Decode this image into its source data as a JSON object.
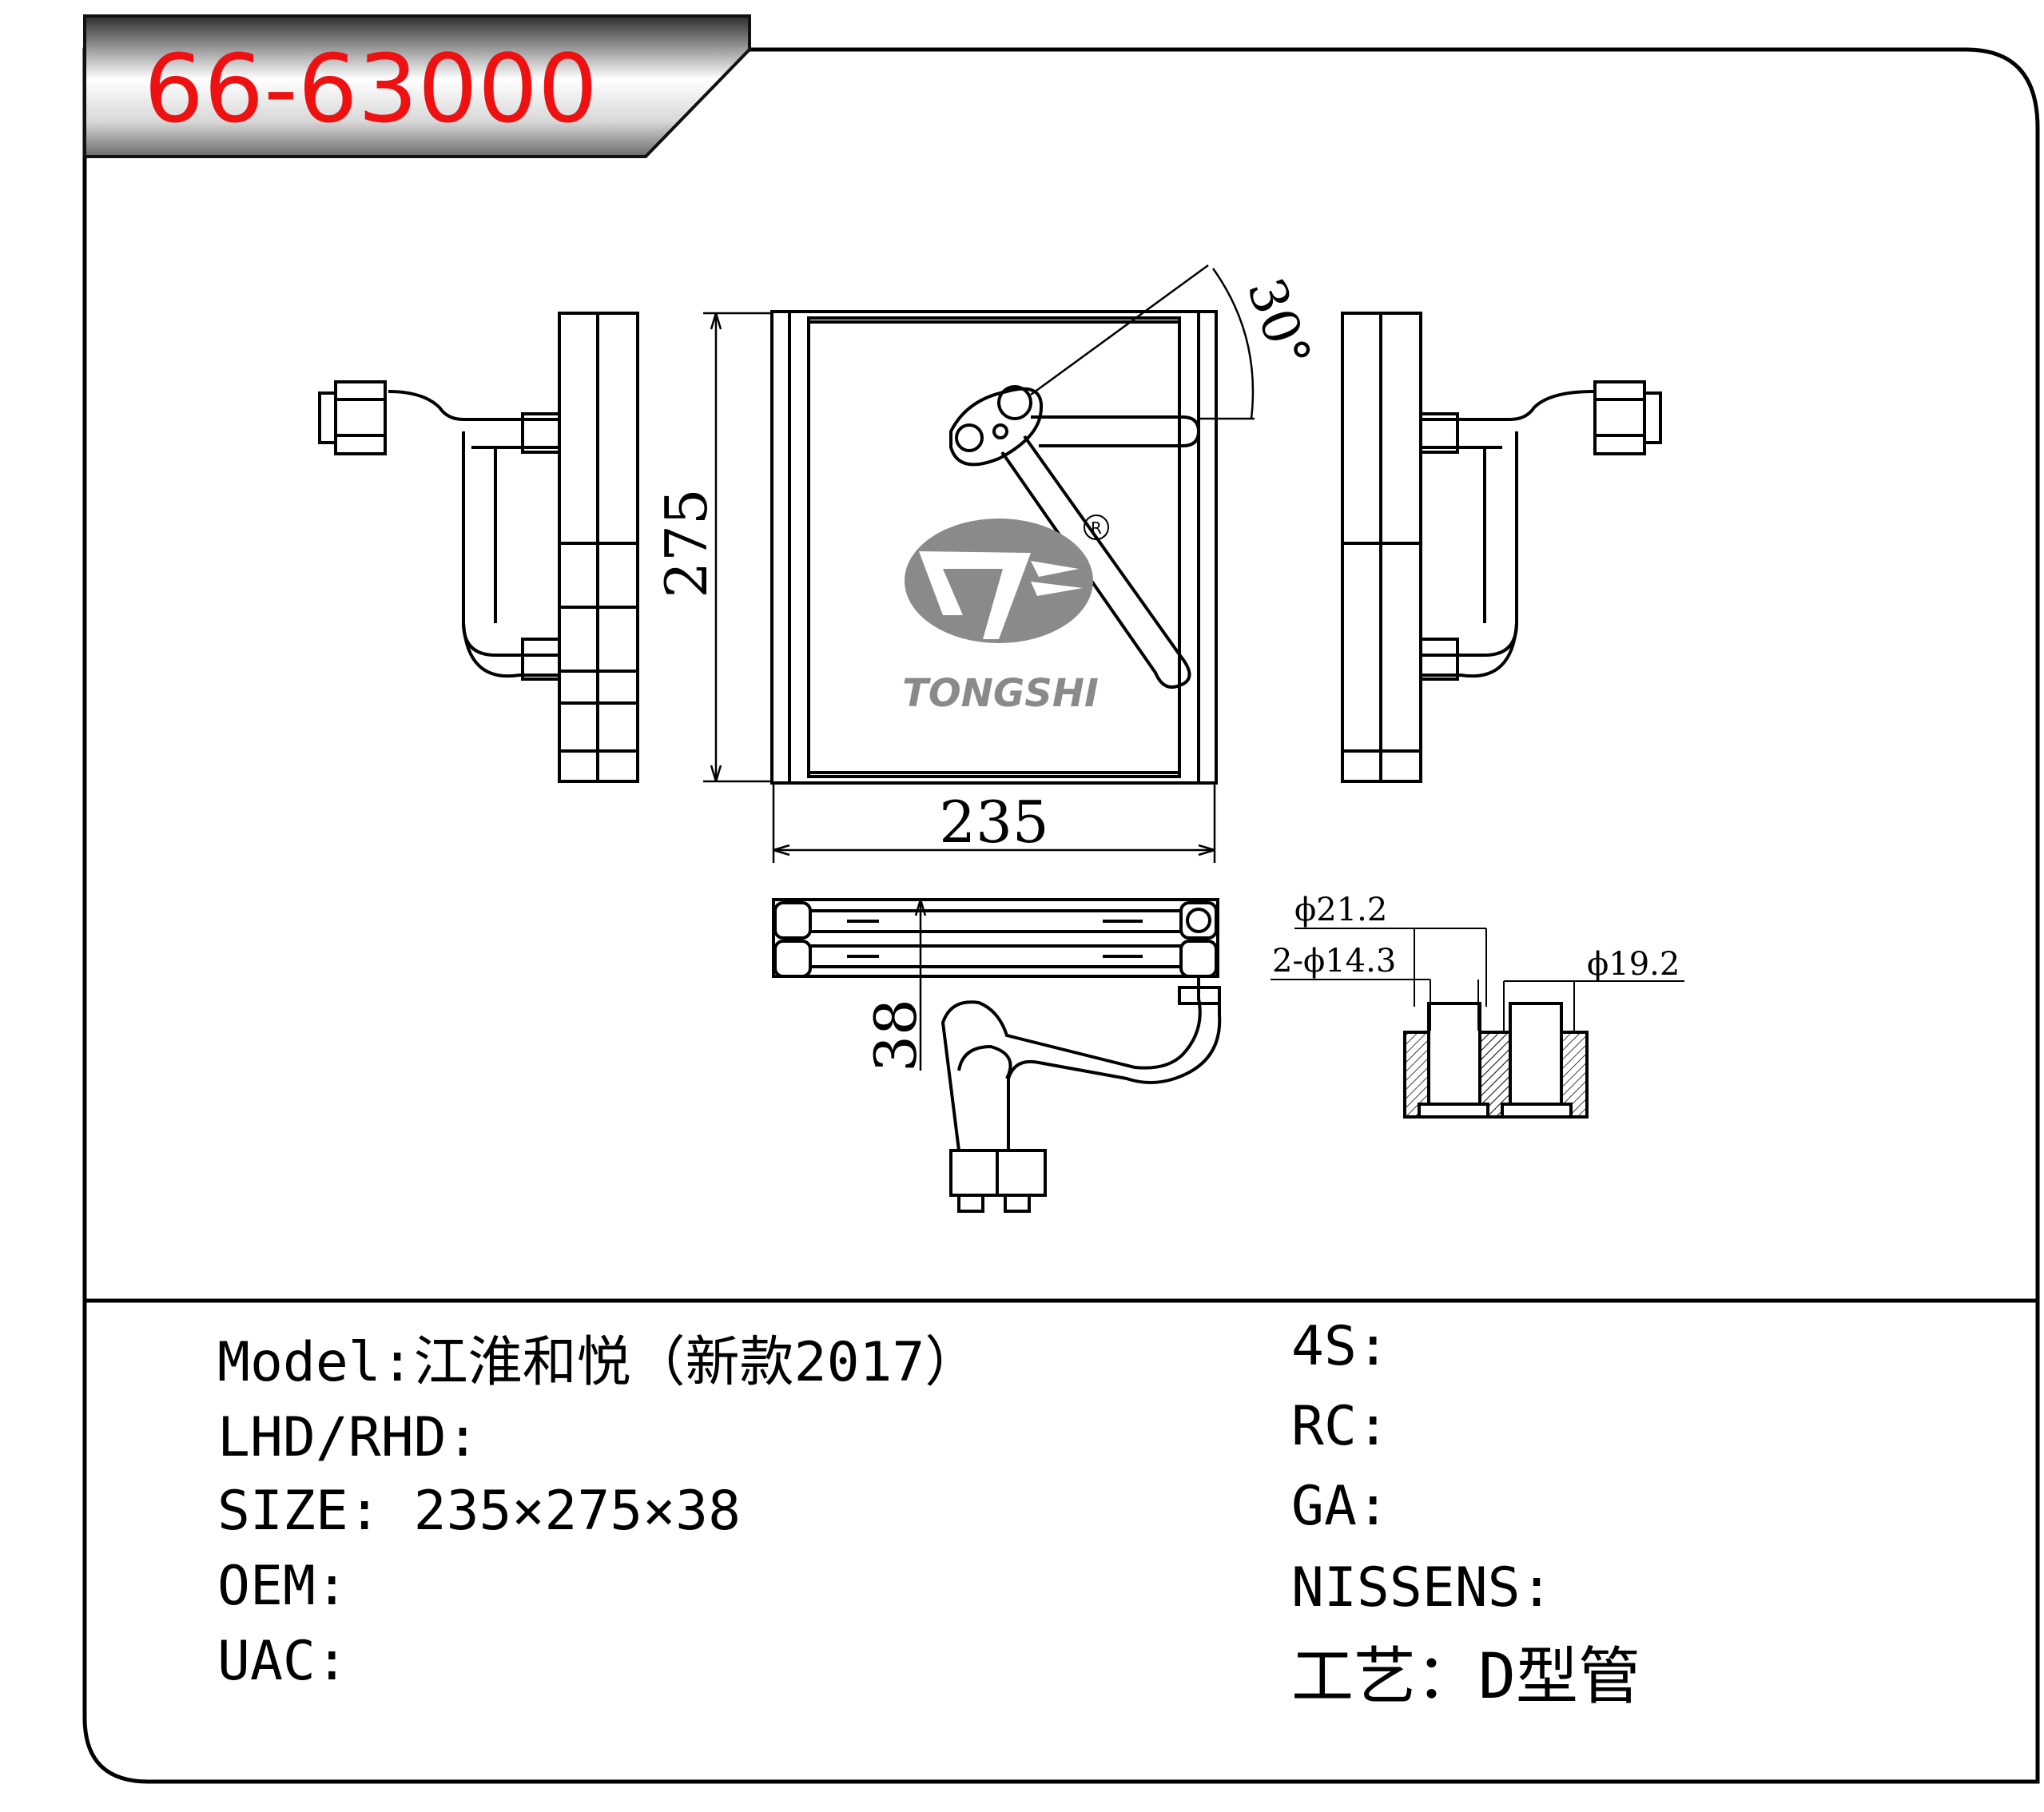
{
  "header": {
    "part_number": "66-63000"
  },
  "drawing": {
    "logo_text": "TONGSHI",
    "registered_mark": "R",
    "dimensions": {
      "width": "235",
      "height": "275",
      "depth": "38",
      "angle": "30°",
      "dia_outlet": "ϕ21.2",
      "dia_inlets": "2-ϕ14.3",
      "dia_side": "ϕ19.2"
    }
  },
  "specs": {
    "left": [
      {
        "label": "Model",
        "sep": ":",
        "value": "江淮和悦（新款2017）"
      },
      {
        "label": "LHD/RHD",
        "sep": ":",
        "value": ""
      },
      {
        "label": "SIZE",
        "sep": ": ",
        "value": "235×275×38"
      },
      {
        "label": "OEM",
        "sep": ":",
        "value": ""
      },
      {
        "label": "UAC",
        "sep": ":",
        "value": ""
      }
    ],
    "right": [
      {
        "label": "4S",
        "sep": ":",
        "value": ""
      },
      {
        "label": "RC",
        "sep": ":",
        "value": ""
      },
      {
        "label": "GA",
        "sep": ":",
        "value": ""
      },
      {
        "label": "NISSENS",
        "sep": ":",
        "value": ""
      },
      {
        "label": "工艺",
        "sep": "：",
        "value": "D型管"
      }
    ]
  },
  "colors": {
    "title": "#ee1111",
    "banner_dark": "#3a3a3a",
    "line": "#000000",
    "logo": "#8a8a8a"
  }
}
